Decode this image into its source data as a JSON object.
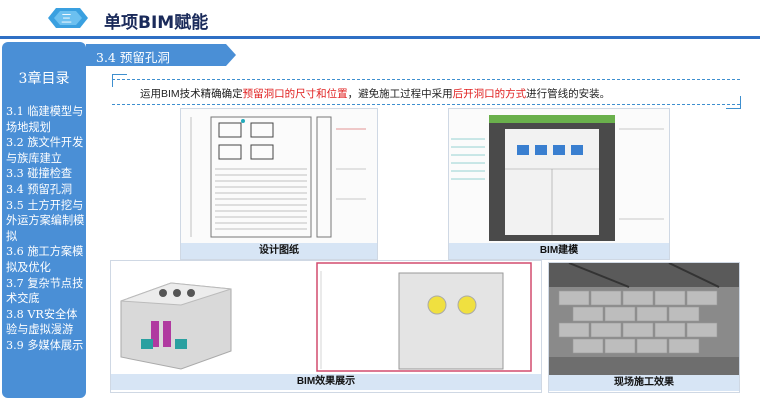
{
  "header": {
    "badge_text": "三",
    "title": "单项BIM赋能"
  },
  "sidebar": {
    "title": "3章目录",
    "items": [
      "3.1 临建模型与场地规划",
      "3.2 族文件开发与族库建立",
      "3.3 碰撞检查",
      "3.4 预留孔洞",
      "3.5 土方开挖与外运方案编制模拟",
      "3.6 施工方案模拟及优化",
      "3.7 复杂节点技术交底",
      "3.8 VR安全体验与虚拟漫游",
      "3.9 多媒体展示"
    ]
  },
  "section": {
    "title": "3.4 预留孔洞"
  },
  "description": {
    "part1": "运用BIM技术精确确定",
    "highlight1": "预留洞口的尺寸和位置",
    "part2": "，避免施工过程中采用",
    "highlight2": "后开洞口的方式",
    "part3": "进行管线的安装。"
  },
  "panels": {
    "design_drawing": "设计图纸",
    "bim_model": "BIM建模",
    "bim_render": "BIM效果展示",
    "site_result": "现场施工效果"
  },
  "colors": {
    "accent": "#4a8fd6",
    "header_line": "#2f6fc4",
    "highlight": "#e02020",
    "caption_bg": "#d7e5f5"
  }
}
